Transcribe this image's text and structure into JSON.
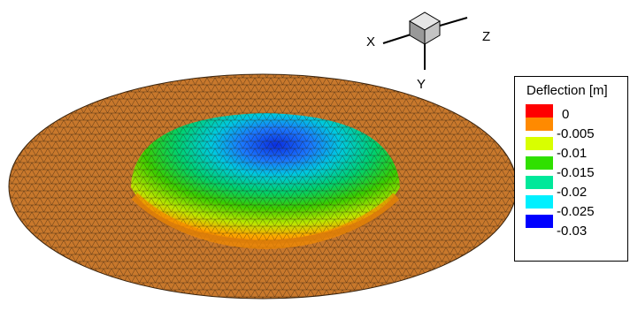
{
  "axes": {
    "x": "X",
    "y": "Y",
    "z": "Z"
  },
  "legend": {
    "title": "Deflection [m]",
    "labels": [
      "0",
      "-0.005",
      "-0.01",
      "-0.015",
      "-0.02",
      "-0.025",
      "-0.03"
    ],
    "colors": [
      "#ff0000",
      "#ff8a00",
      "#d8ff00",
      "#30e000",
      "#00e89a",
      "#00f0ff",
      "#0000ff"
    ]
  },
  "colors": {
    "plate": "#cc7a2f",
    "mesh": "#2a1a0c"
  }
}
